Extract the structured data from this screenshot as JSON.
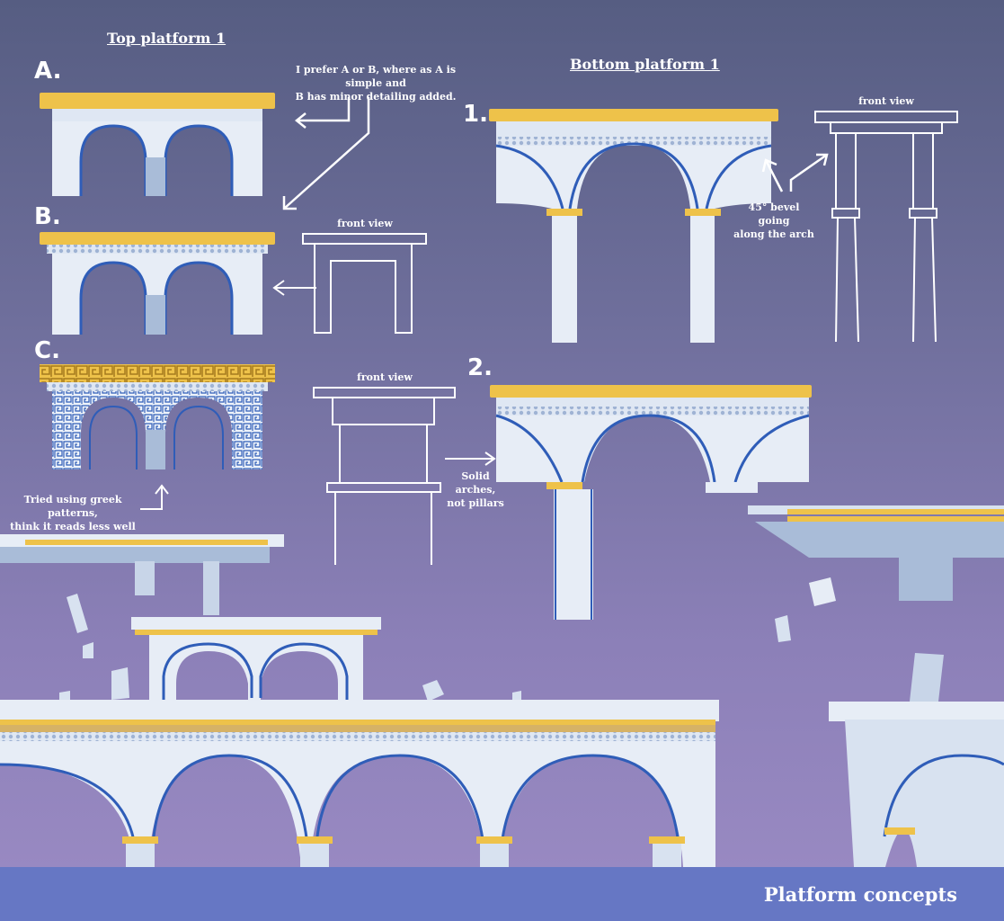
{
  "headings": {
    "top_platform": "Top platform 1",
    "bottom_platform": "Bottom platform 1"
  },
  "variant_labels": {
    "a": "A.",
    "b": "B.",
    "c": "C.",
    "one": "1.",
    "two": "2."
  },
  "notes": {
    "preference_line1": "I prefer A or B, where as A is simple and",
    "preference_line2": "B has minor detailing added.",
    "greek_line1": "Tried using greek patterns,",
    "greek_line2": "think it reads less well",
    "bevel_line1": "45° bevel going",
    "bevel_line2": "along the arch",
    "solid_line1": "Solid arches,",
    "solid_line2": "not pillars"
  },
  "front_view_labels": {
    "b": "front view",
    "c": "front view",
    "one": "front view"
  },
  "footer": {
    "title": "Platform concepts"
  },
  "colors": {
    "stone": "#e7edf6",
    "stone_shadow": "#a9bcd8",
    "trim_gold": "#eec24a",
    "arch_outline": "#2f5db8",
    "footer_bar": "#6677c4"
  }
}
